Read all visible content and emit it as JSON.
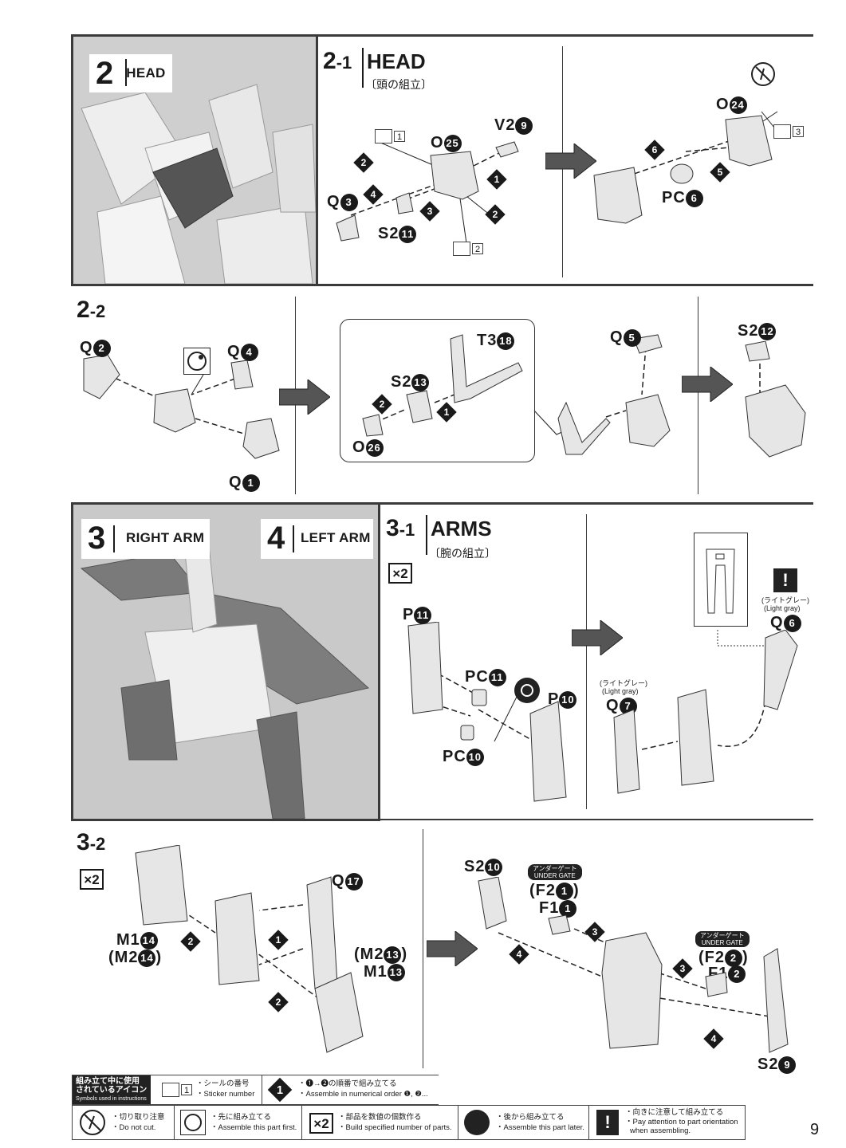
{
  "page_number": "9",
  "section2": {
    "num": "2",
    "title": "HEAD",
    "step2_1": {
      "num": "2",
      "dash": "-1",
      "title": "HEAD",
      "sub": "〔頭の組立〕",
      "parts": {
        "v2": "V2",
        "v2n": "9",
        "o25": "O",
        "o25n": "25",
        "q3": "Q",
        "q3n": "3",
        "s211": "S2",
        "s211n": "11",
        "o24": "O",
        "o24n": "24",
        "pc6": "PC",
        "pc6n": "6"
      },
      "stickers": [
        "1",
        "2",
        "3"
      ],
      "order": [
        "2",
        "4",
        "3",
        "1",
        "2",
        "6",
        "5"
      ]
    },
    "step2_2": {
      "num": "2",
      "dash": "-2",
      "parts": {
        "q2": "Q",
        "q2n": "2",
        "q4": "Q",
        "q4n": "4",
        "q1": "Q",
        "q1n": "1",
        "t318": "T3",
        "t318n": "18",
        "s213": "S2",
        "s213n": "13",
        "o26": "O",
        "o26n": "26",
        "q5": "Q",
        "q5n": "5",
        "s212": "S2",
        "s212n": "12"
      },
      "order": [
        "2",
        "1"
      ]
    }
  },
  "section3": {
    "num3": "3",
    "title3": "RIGHT ARM",
    "num4": "4",
    "title4": "LEFT ARM",
    "step3_1": {
      "num": "3",
      "dash": "-1",
      "title": "ARMS",
      "sub": "〔腕の組立〕",
      "mult": "×2",
      "parts": {
        "p11": "P",
        "p11n": "11",
        "pc11": "PC",
        "pc11n": "11",
        "p10": "P",
        "p10n": "10",
        "pc10": "PC",
        "pc10n": "10",
        "q7": "Q",
        "q7n": "7",
        "q6": "Q",
        "q6n": "6"
      },
      "lightgray_jp": "(ライトグレー)",
      "lightgray_en": "(Light gray)"
    },
    "step3_2": {
      "num": "3",
      "dash": "-2",
      "mult": "×2",
      "parts": {
        "m114": "M1",
        "m114n": "14",
        "m214": "(M2",
        "m214n": "14",
        "m214c": ")",
        "q17": "Q",
        "q17n": "17",
        "m213": "(M2",
        "m213n": "13",
        "m213c": ")",
        "m113": "M1",
        "m113n": "13",
        "s210": "S2",
        "s210n": "10",
        "f21": "(F2",
        "f21n": "1",
        "f21c": ")",
        "f11": "F1",
        "f11n": "1",
        "f22": "(F2",
        "f22n": "2",
        "f22c": ")",
        "f12": "F1",
        "f12n": "2",
        "s29": "S2",
        "s29n": "9"
      },
      "undergate_jp": "アンダーゲート",
      "undergate_en": "UNDER GATE",
      "order": [
        "2",
        "1",
        "2",
        "3",
        "4",
        "3",
        "4"
      ]
    }
  },
  "legend": {
    "heading_jp1": "組み立て中に使用",
    "heading_jp2": "されているアイコン",
    "heading_en": "Symbols used in instructions",
    "sticker_jp": "・シールの番号",
    "sticker_en": "・Sticker number",
    "sticker_num": "1",
    "order_jp": "・❶→❷の順番で組み立てる",
    "order_en": "・Assemble in numerical order ❶, ❷...",
    "order_num": "1",
    "cut_jp": "・切り取り注意",
    "cut_en": "・Do not cut.",
    "first_jp": "・先に組み立てる",
    "first_en": "・Assemble this part first.",
    "mult_label": "×2",
    "mult_jp": "・部品を数値の個数作る",
    "mult_en": "・Build specified number of parts.",
    "later_jp": "・後から組み立てる",
    "later_en": "・Assemble this part later.",
    "orient_jp": "・向きに注意して組み立てる",
    "orient_en1": "・Pay attention to part orientation",
    "orient_en2": "when assembling."
  },
  "colors": {
    "ink": "#1a1a1a",
    "frame": "#3a3a3a",
    "part": "#e6e6e6",
    "photo": "#c8c8c8"
  }
}
